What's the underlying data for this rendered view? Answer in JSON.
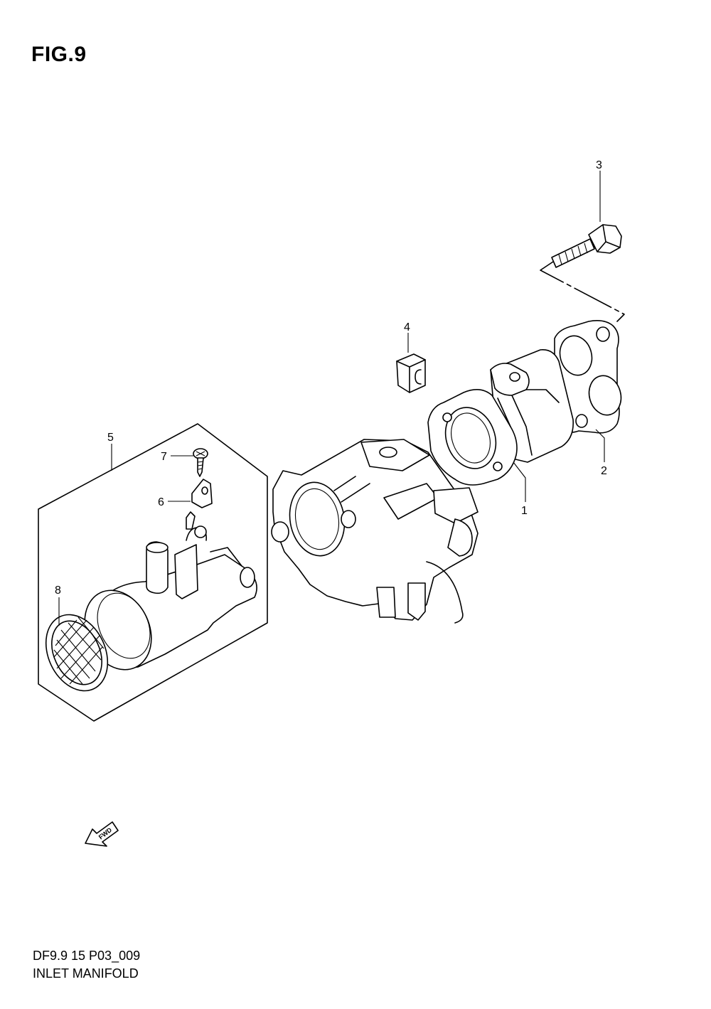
{
  "figure": {
    "title": "FIG.9"
  },
  "footer": {
    "code": "DF9.9 15 P03_009",
    "name": "INLET MANIFOLD"
  },
  "callouts": [
    {
      "number": "1"
    },
    {
      "number": "2"
    },
    {
      "number": "3"
    },
    {
      "number": "4"
    },
    {
      "number": "5"
    },
    {
      "number": "6"
    },
    {
      "number": "7"
    },
    {
      "number": "8"
    }
  ],
  "direction_marker": {
    "text": "FWD",
    "icon": "fwd-arrow-icon"
  }
}
